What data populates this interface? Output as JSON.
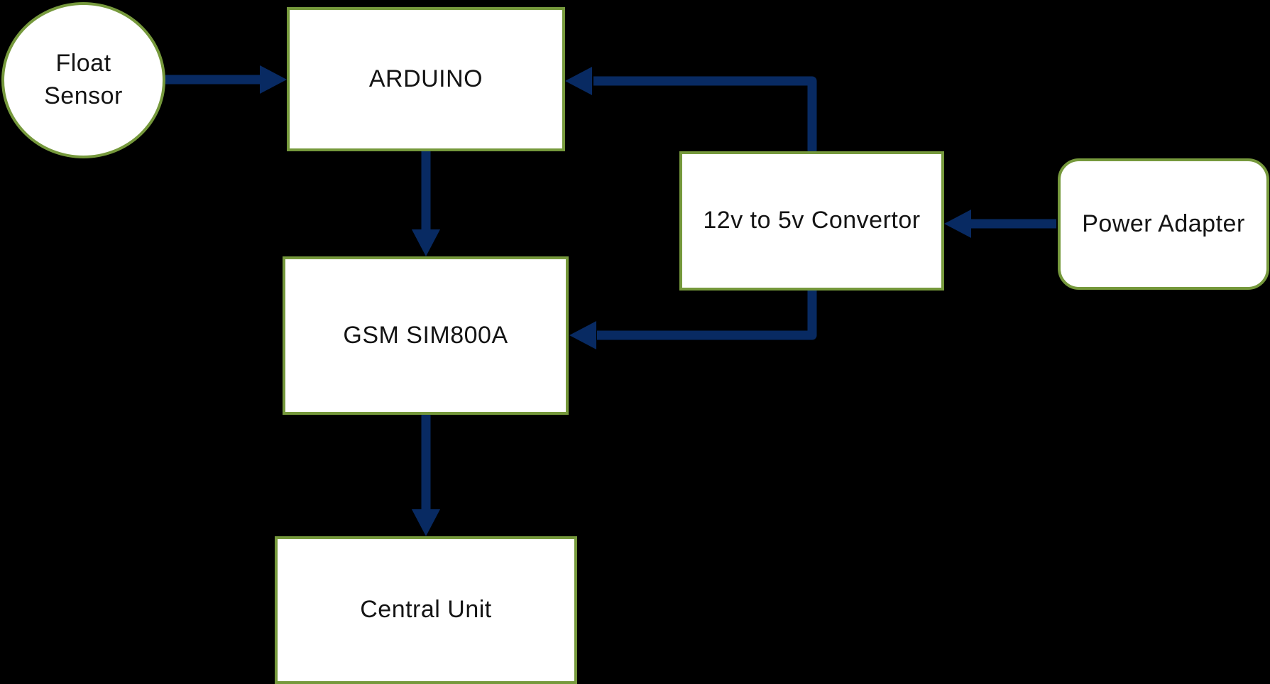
{
  "canvas": {
    "background": "#000000"
  },
  "theme": {
    "node_fill": "#FFFFFF",
    "node_border": "#76993C",
    "arrow_color": "#082A62",
    "label_color": "#141414"
  },
  "nodes": {
    "float_sensor": {
      "label": "Float Sensor",
      "shape": "ellipse"
    },
    "arduino": {
      "label": "ARDUINO",
      "shape": "rectangle"
    },
    "convertor": {
      "label": "12v to 5v Convertor",
      "shape": "rectangle"
    },
    "power_adapter": {
      "label": "Power Adapter",
      "shape": "rounded-rectangle"
    },
    "gsm": {
      "label": "GSM SIM800A",
      "shape": "rectangle"
    },
    "central_unit": {
      "label": "Central Unit",
      "shape": "rectangle"
    }
  },
  "edges": [
    {
      "from": "Float Sensor",
      "to": "ARDUINO"
    },
    {
      "from": "ARDUINO",
      "to": "GSM SIM800A"
    },
    {
      "from": "12v to 5v Convertor",
      "to": "ARDUINO"
    },
    {
      "from": "Power Adapter",
      "to": "12v to 5v Convertor"
    },
    {
      "from": "12v to 5v Convertor",
      "to": "GSM SIM800A"
    },
    {
      "from": "GSM SIM800A",
      "to": "Central Unit"
    }
  ]
}
